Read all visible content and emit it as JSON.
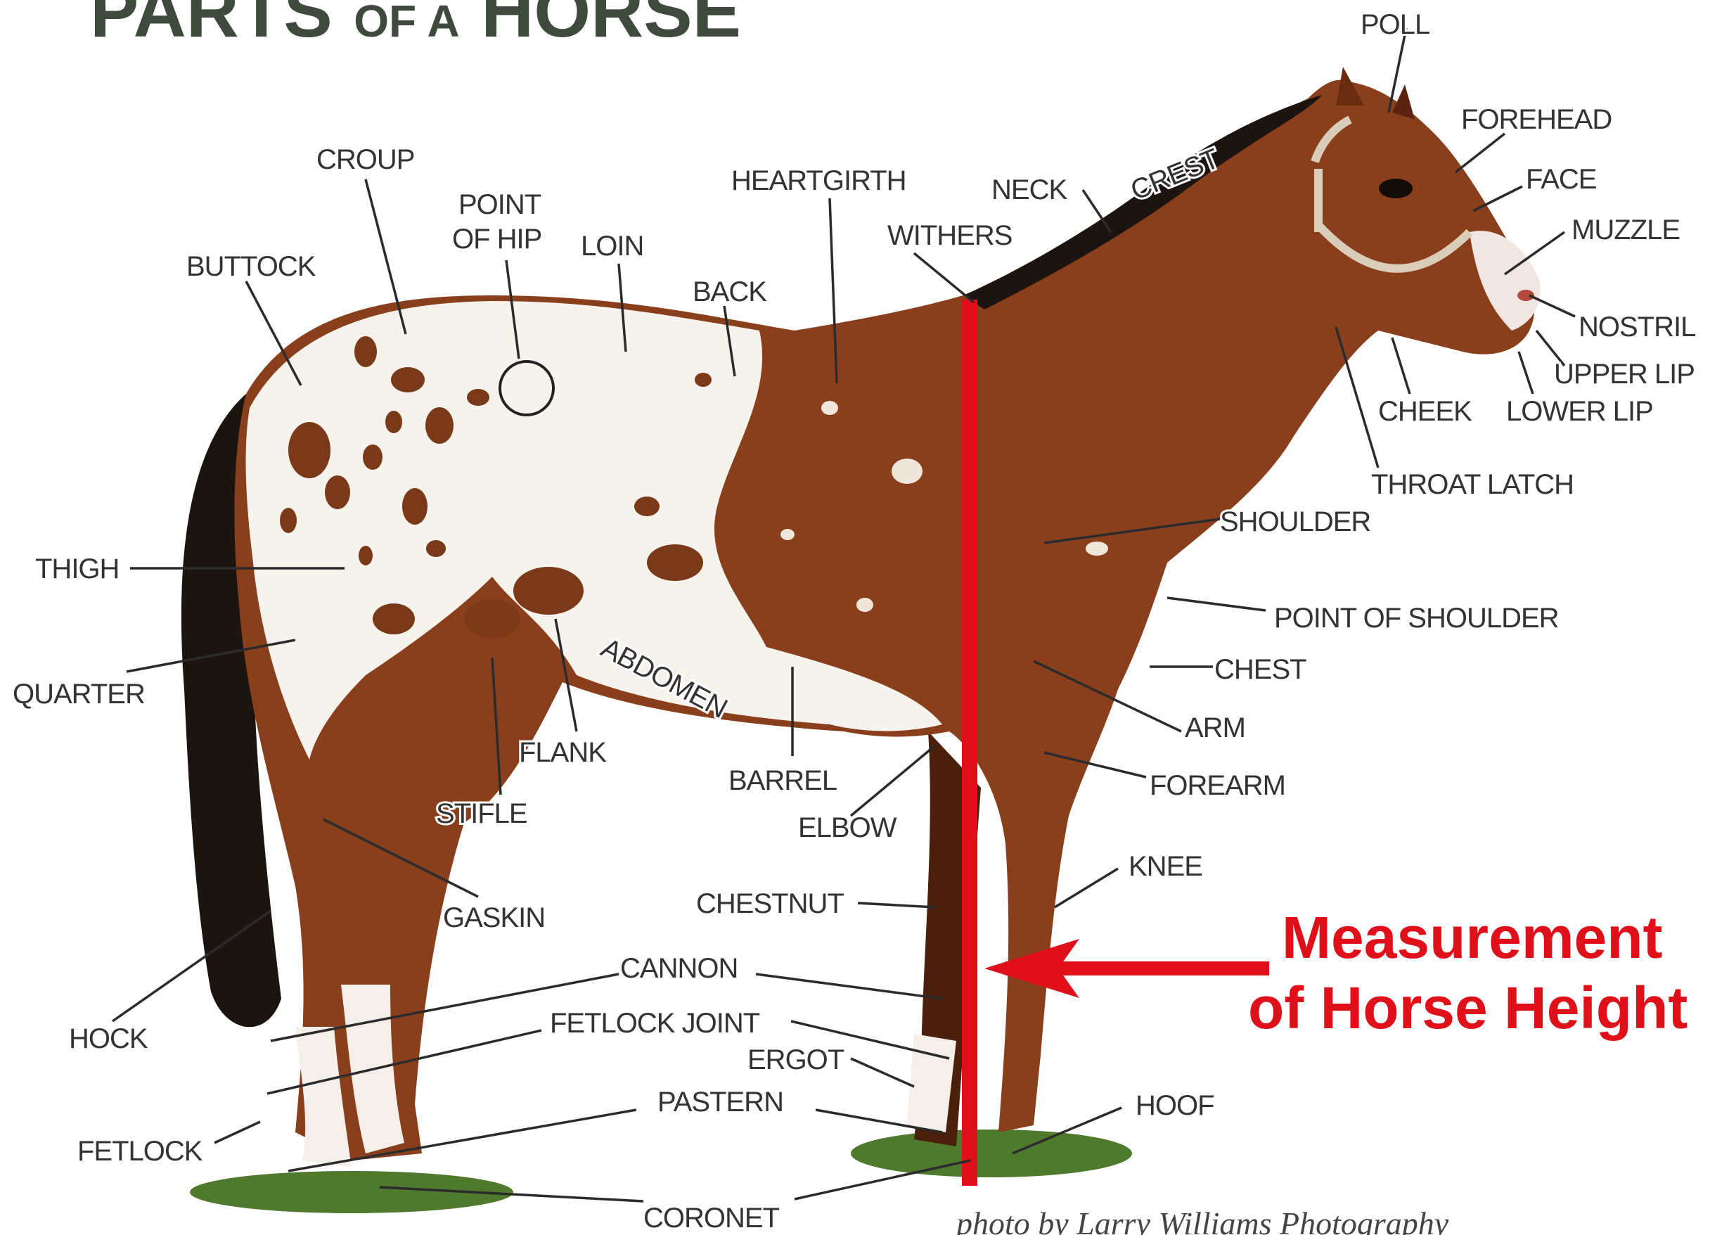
{
  "title": {
    "main1": "PARTS",
    "small": "OF A",
    "main2": "HORSE"
  },
  "measurement": {
    "line1": "Measurement",
    "line2": "of Horse Height",
    "color": "#e0101a"
  },
  "credit": "photo by Larry Williams Photography",
  "colors": {
    "body_brown": "#8a3f1c",
    "coat_white": "#f6f2ec",
    "spot_brown": "#7a3a1a",
    "mane_black": "#1c1410",
    "grass": "#4f7a2e"
  },
  "labels": {
    "poll": "POLL",
    "forehead": "FOREHEAD",
    "face": "FACE",
    "muzzle": "MUZZLE",
    "nostril": "NOSTRIL",
    "upper_lip": "UPPER LIP",
    "lower_lip": "LOWER LIP",
    "cheek": "CHEEK",
    "throat_latch": "THROAT LATCH",
    "crest": "CREST",
    "neck": "NECK",
    "withers": "WITHERS",
    "heartgirth": "HEARTGIRTH",
    "back": "BACK",
    "loin": "LOIN",
    "point_of_hip_1": "POINT",
    "point_of_hip_2": "OF HIP",
    "croup": "CROUP",
    "buttock": "BUTTOCK",
    "thigh": "THIGH",
    "quarter": "QUARTER",
    "flank": "FLANK",
    "abdomen": "ABDOMEN",
    "stifle": "STIFLE",
    "barrel": "BARREL",
    "elbow": "ELBOW",
    "gaskin": "GASKIN",
    "chestnut": "CHESTNUT",
    "cannon": "CANNON",
    "fetlock_joint": "FETLOCK JOINT",
    "ergot": "ERGOT",
    "pastern": "PASTERN",
    "coronet": "CORONET",
    "hock": "HOCK",
    "fetlock": "FETLOCK",
    "hoof": "HOOF",
    "knee": "KNEE",
    "forearm": "FOREARM",
    "arm": "ARM",
    "chest": "CHEST",
    "point_of_shoulder": "POINT OF SHOULDER",
    "shoulder": "SHOULDER"
  }
}
